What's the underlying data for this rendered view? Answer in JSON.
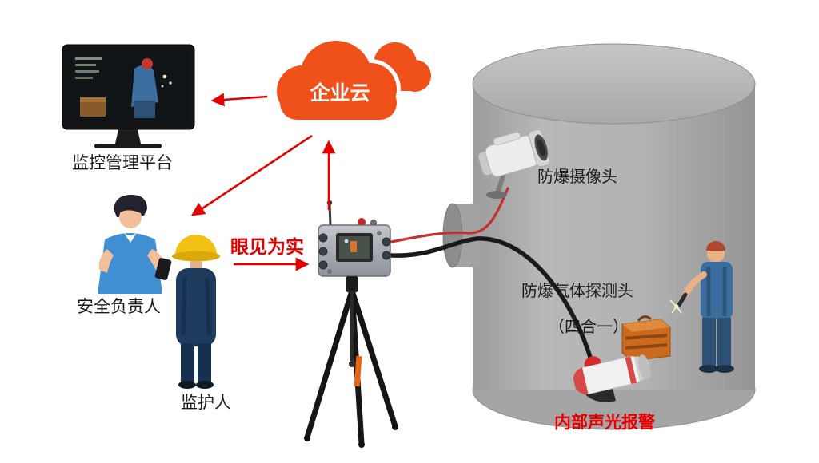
{
  "diagram": {
    "monitor_label": "监控管理平台",
    "cloud_label": "企业云",
    "officer_label": "安全负责人",
    "guardian_label": "监护人",
    "seeing_caption": "眼见为实",
    "camera_label": "防爆摄像头",
    "detector_label_line1": "防爆气体探测头",
    "detector_label_line2": "（四合一）",
    "alarm_label": "内部声光报警"
  },
  "colors": {
    "cloud_orange": "#F0501A",
    "arrow_red": "#E50000",
    "alarm_text_red": "#E50000",
    "cable_red": "#C53030",
    "cable_black": "#1A1A1A",
    "tank_gray": "#ACACAC",
    "helmet_yellow": "#F2C114",
    "officer_shirt_blue": "#3F8FD2",
    "welder_blue": "#3C6E9F"
  }
}
